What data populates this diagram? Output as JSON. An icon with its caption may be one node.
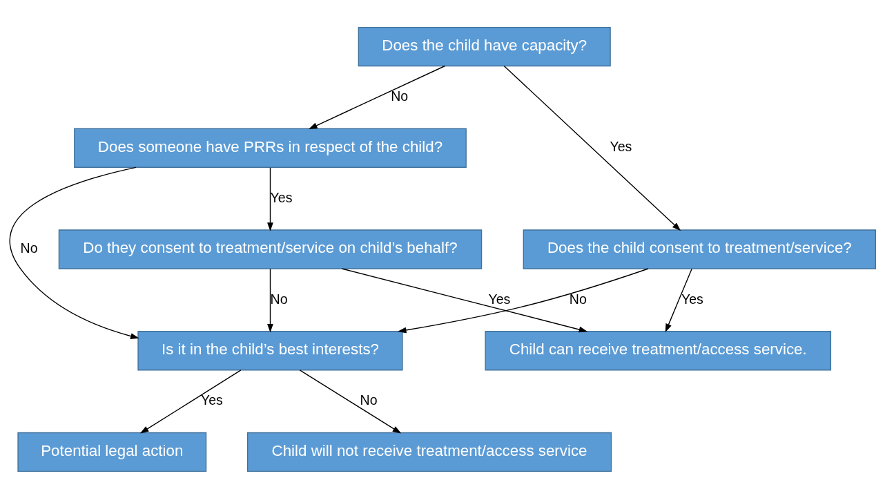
{
  "diagram": {
    "nodes": [
      {
        "text": [
          "Does the child have capacity?"
        ]
      },
      {
        "text": [
          "Does the child consent to treatment/service?"
        ]
      },
      {
        "text": [
          "Does someone have PRRs in respect of the child?"
        ]
      },
      {
        "text": [
          "Is it in the child’s best interests?"
        ]
      },
      {
        "text": [
          "Do they consent to treatment/service on child’s behalf?"
        ]
      },
      {
        "text": [
          "Potential legal action"
        ]
      },
      {
        "text": [
          "Child can receive treatment/access service."
        ]
      },
      {
        "text": [
          "Child will not receive treatment/access service"
        ]
      }
    ],
    "edges": [
      {
        "from": 0,
        "to": 1,
        "arrow": "to",
        "label": "Yes"
      },
      {
        "from": 0,
        "to": 2,
        "arrow": "to",
        "label": "No"
      },
      {
        "from": 1,
        "to": 3,
        "arrow": "to",
        "label": "No"
      },
      {
        "from": 1,
        "to": 6,
        "arrow": "to",
        "label": "Yes"
      },
      {
        "from": 2,
        "to": 3,
        "arrow": "to",
        "label": "No"
      },
      {
        "from": 2,
        "to": 4,
        "arrow": "to",
        "label": "Yes"
      },
      {
        "from": 4,
        "to": 3,
        "arrow": "to",
        "label": "No"
      },
      {
        "from": 3,
        "to": 5,
        "arrow": "to",
        "label": "Yes"
      },
      {
        "from": 4,
        "to": 6,
        "arrow": "to",
        "label": "Yes"
      },
      {
        "from": 3,
        "to": 7,
        "arrow": "to",
        "label": "No"
      }
    ]
  }
}
